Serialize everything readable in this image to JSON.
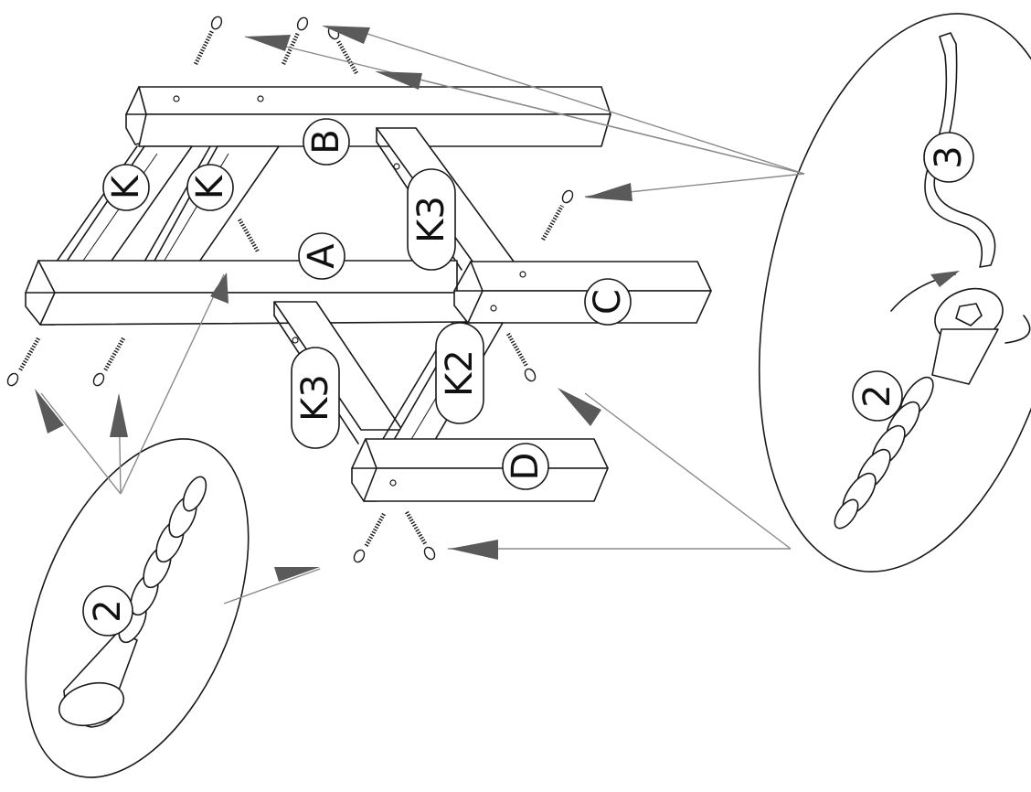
{
  "diagram": {
    "part_labels": {
      "A": "A",
      "B": "B",
      "C": "C",
      "D": "D",
      "K_left": "K",
      "K_right": "K",
      "K3_upper": "K3",
      "K3_lower": "K3",
      "K2": "K2"
    },
    "detail_callouts": {
      "left_screw_number": "2",
      "right_screw_number": "2",
      "right_key_number": "3"
    },
    "colors": {
      "line": "#1a1a1a",
      "guide": "#8a8a8a",
      "arrow": "#5a5a5a",
      "background": "#ffffff"
    },
    "icons": [
      "screw-icon",
      "hex-key-icon",
      "rotation-arrow-icon"
    ]
  }
}
